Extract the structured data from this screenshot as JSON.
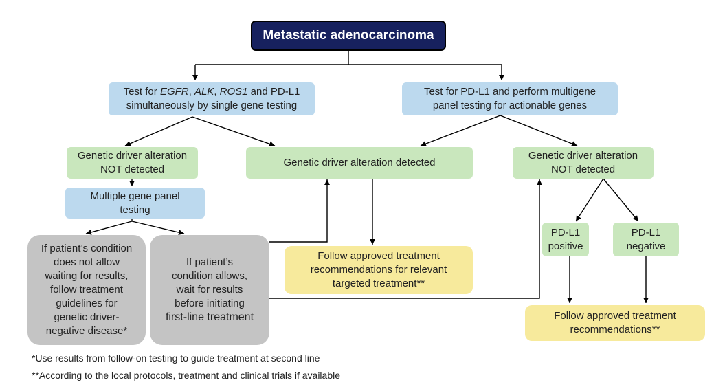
{
  "title": "Metastatic adenocarcinoma",
  "colors": {
    "title_fill": "#17215e",
    "test_fill": "#bcd9ee",
    "status_fill": "#c9e7bd",
    "treatment_fill": "#f7ea9c",
    "pending_fill": "#c4c4c4"
  },
  "nodes": {
    "single_test": {
      "prefix": "Test for ",
      "gene1": "EGFR",
      "sep1": ", ",
      "gene2": "ALK",
      "sep2": ", ",
      "gene3": "ROS1",
      "suffix": " and PD-L1",
      "line2": "simultaneously by single gene testing"
    },
    "multigene_test": {
      "line1": "Test for PD-L1 and perform multigene",
      "line2": "panel testing for actionable genes"
    },
    "not_detected_left": {
      "line1": "Genetic driver alteration",
      "line2": "NOT detected"
    },
    "detected": {
      "text": "Genetic driver alteration detected"
    },
    "not_detected_right": {
      "line1": "Genetic driver alteration",
      "line2": "NOT detected"
    },
    "gene_panel": {
      "line1": "Multiple gene panel",
      "line2": "testing"
    },
    "cannot_wait": {
      "lines": [
        "If patient’s condition",
        "does not allow",
        "waiting for results,",
        "follow treatment",
        "guidelines for",
        "genetic driver-",
        "negative disease*"
      ]
    },
    "can_wait": {
      "lines": [
        "If patient’s",
        "condition allows,",
        "wait for results",
        "before initiating"
      ],
      "last": "first-line treatment"
    },
    "targeted_treatment": {
      "lines": [
        "Follow approved treatment",
        "recommendations for relevant",
        "targeted treatment**"
      ]
    },
    "pdl1_positive": {
      "line1": "PD-L1",
      "line2": "positive"
    },
    "pdl1_negative": {
      "line1": "PD-L1",
      "line2": "negative"
    },
    "approved_treatment": {
      "line1": "Follow approved treatment",
      "line2": "recommendations**"
    }
  },
  "footnotes": [
    "*Use results from follow-on testing to guide treatment at second line",
    "**According to the local protocols, treatment and clinical trials if available"
  ]
}
